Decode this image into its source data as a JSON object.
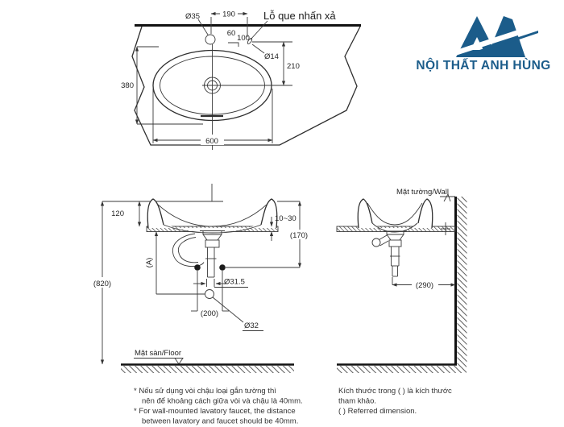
{
  "brand": {
    "name": "NỘI THẤT ANH HÙNG",
    "color": "#1b5c8a"
  },
  "top_view": {
    "faucet_hole_dia": "Ø35",
    "hole_spacing": "190",
    "dim_60": "60",
    "dim_100": "100",
    "popup_hole_label": "Lỗ que nhấn xả",
    "popup_hole_dia": "Ø14",
    "drain_setback": "210",
    "depth": "380",
    "width": "600"
  },
  "front_view": {
    "rim_height": "120",
    "counter_thickness": "10~30",
    "drain_drop": "(170)",
    "dim_a": "(A)",
    "total_height": "(820)",
    "trap_pipe_dia": "Ø31.5",
    "outlet_offset": "(200)",
    "outlet_dia": "Ø32",
    "floor_label": "Mặt sàn/Floor"
  },
  "side_view": {
    "wall_label": "Mặt tường/Wall",
    "wall_distance": "(290)"
  },
  "notes": {
    "left": [
      "* Nếu sử dụng vòi chậu loại gắn tường thì",
      "nên để khoảng cách giữa vòi và chậu là 40mm.",
      "* For wall-mounted lavatory faucet, the distance",
      "between lavatory and faucet should be 40mm."
    ],
    "right": [
      "Kích thước trong ( ) là kích thước",
      "tham khảo.",
      "( ) Referred dimension."
    ]
  }
}
